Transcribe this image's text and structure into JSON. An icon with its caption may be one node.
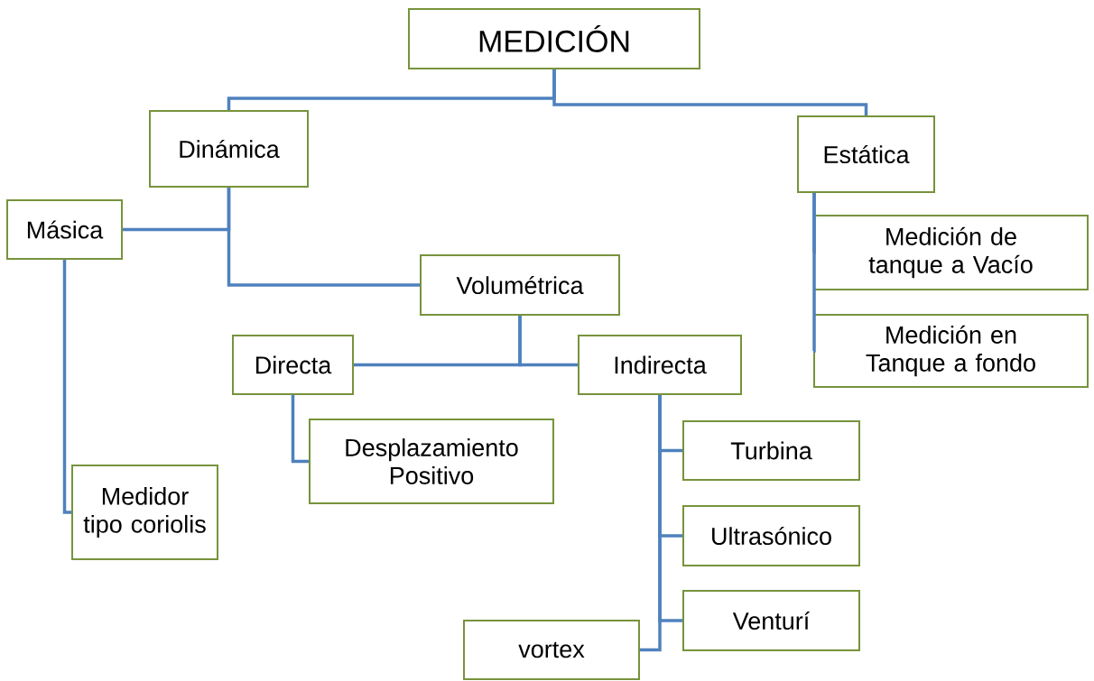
{
  "diagram": {
    "nodes": [
      {
        "text": [
          "MEDICIÓN"
        ]
      },
      {
        "text": [
          "Dinámica"
        ]
      },
      {
        "text": [
          "Estática"
        ]
      },
      {
        "text": [
          "Másica"
        ]
      },
      {
        "text": [
          "Volumétrica"
        ]
      },
      {
        "text": [
          "Directa"
        ]
      },
      {
        "text": [
          "Indirecta"
        ]
      },
      {
        "text": [
          "Desplazamiento Positivo"
        ]
      },
      {
        "text": [
          "Medidor tipo coriolis"
        ]
      },
      {
        "text": [
          "Medición de tanque a Vacío"
        ]
      },
      {
        "text": [
          "Medición en Tanque a fondo"
        ]
      },
      {
        "text": [
          "Turbina"
        ]
      },
      {
        "text": [
          "Ultrasónico"
        ]
      },
      {
        "text": [
          "Venturí"
        ]
      },
      {
        "text": [
          "vortex"
        ]
      }
    ],
    "edges": [
      {
        "from": 0,
        "to": 1,
        "arrow": "none"
      },
      {
        "from": 0,
        "to": 2,
        "arrow": "none"
      },
      {
        "from": 1,
        "to": 3,
        "arrow": "none"
      },
      {
        "from": 1,
        "to": 4,
        "arrow": "none"
      },
      {
        "from": 4,
        "to": 5,
        "arrow": "none"
      },
      {
        "from": 4,
        "to": 6,
        "arrow": "none"
      },
      {
        "from": 5,
        "to": 7,
        "arrow": "none"
      },
      {
        "from": 3,
        "to": 8,
        "arrow": "none"
      },
      {
        "from": 2,
        "to": 9,
        "arrow": "none"
      },
      {
        "from": 2,
        "to": 10,
        "arrow": "none"
      },
      {
        "from": 6,
        "to": 11,
        "arrow": "none"
      },
      {
        "from": 6,
        "to": 12,
        "arrow": "none"
      },
      {
        "from": 6,
        "to": 13,
        "arrow": "none"
      },
      {
        "from": 6,
        "to": 14,
        "arrow": "none"
      }
    ]
  }
}
